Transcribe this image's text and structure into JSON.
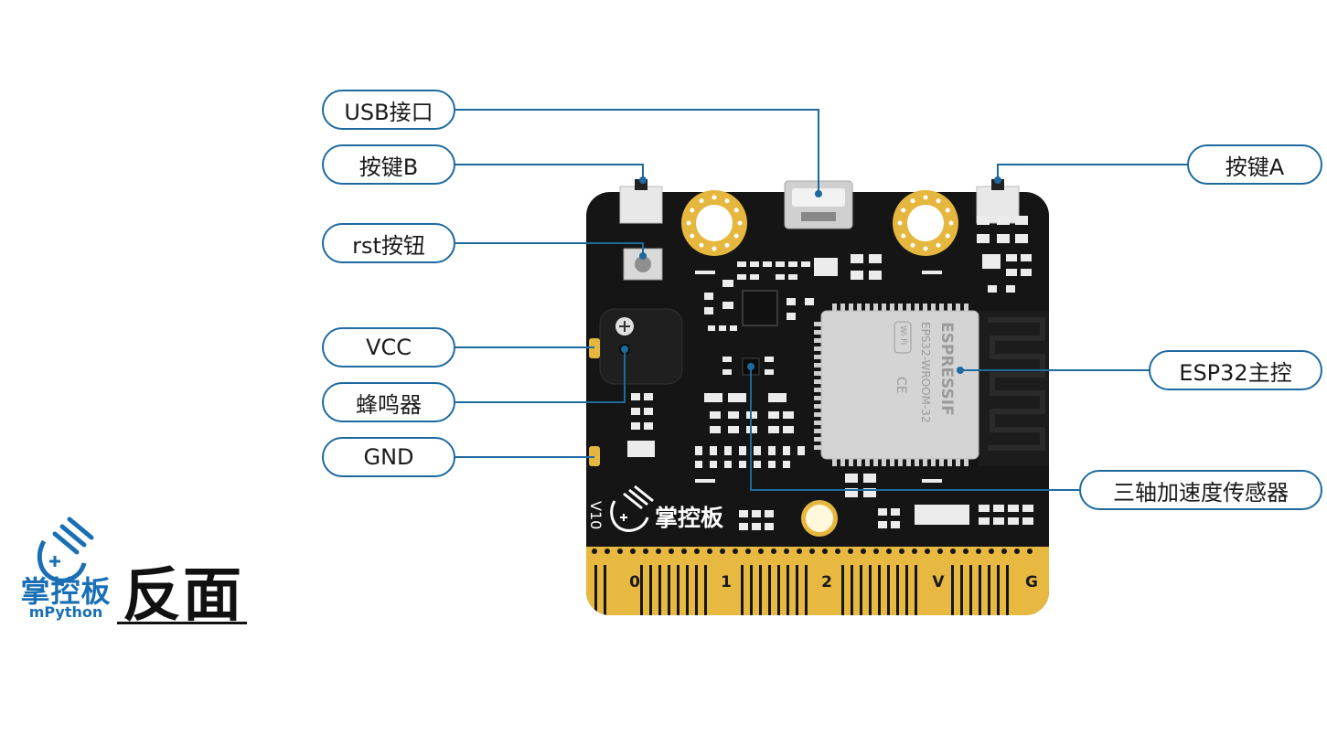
{
  "callouts": {
    "usb": "USB接口",
    "button_b": "按键B",
    "rst": "rst按钮",
    "vcc": "VCC",
    "buzzer": "蜂鸣器",
    "gnd": "GND",
    "button_a": "按键A",
    "esp32": "ESP32主控",
    "accel": "三轴加速度传感器"
  },
  "board": {
    "logo_text": "掌控板",
    "version": "V10",
    "module_brand": "ESPRESSIF",
    "module_model": "EPS32-WROOM-32",
    "ce_mark": "CE",
    "wifi_mark": "Wi Fi",
    "pins": [
      "0",
      "1",
      "2",
      "V",
      "G"
    ]
  },
  "brand": {
    "name_cn": "掌控板",
    "name_en": "mPython"
  },
  "side_label": "反面",
  "colors": {
    "accent": "#1e6aa0",
    "board": "#151515",
    "gold": "#e8b940",
    "brand_blue": "#1a6fb4"
  }
}
